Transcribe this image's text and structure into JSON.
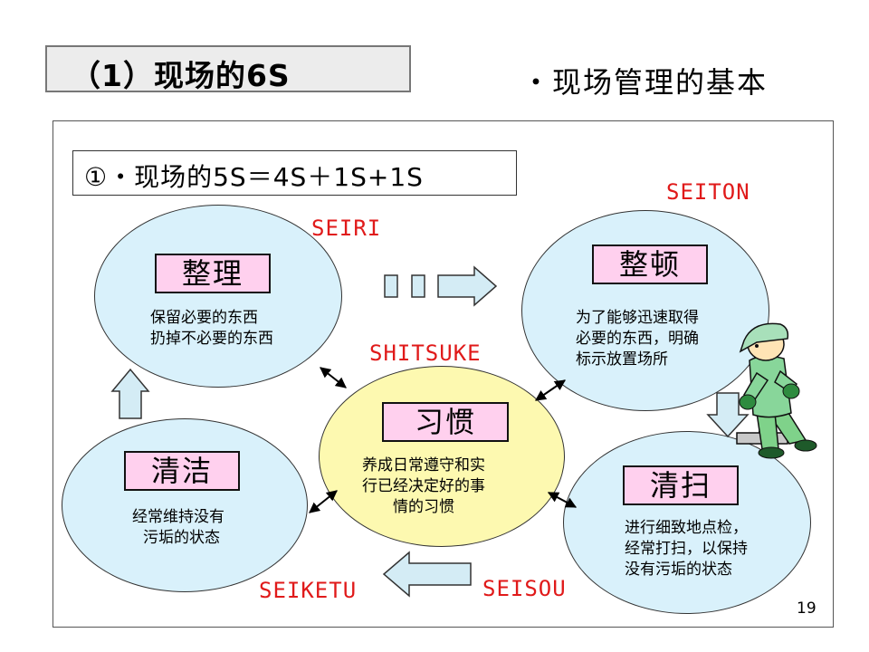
{
  "header": {
    "title": "（1）现场的6S",
    "subtitle": "・现场管理的基本"
  },
  "formula": "①・现场的5S＝4S＋1S+1S",
  "nodes": {
    "seiri": {
      "label": "整理",
      "romaji": "SEIRI",
      "desc": [
        "保留必要的东西",
        "扔掉不必要的东西"
      ]
    },
    "seiton": {
      "label": "整顿",
      "romaji": "SEITON",
      "desc": [
        "为了能够迅速取得",
        "必要的东西，明确",
        "标示放置场所"
      ]
    },
    "shitsuke": {
      "label": "习惯",
      "romaji": "SHITSUKE",
      "desc": [
        "养成日常遵守和实",
        "行已经决定好的事",
        "情的习惯"
      ]
    },
    "seiketsu": {
      "label": "清洁",
      "romaji": "SEIKETU",
      "desc": [
        "经常维持没有",
        "污垢的状态"
      ]
    },
    "seisou": {
      "label": "清扫",
      "romaji": "SEISOU",
      "desc": [
        "进行细致地点检，",
        "经常打扫，以保持",
        "没有污垢的状态"
      ]
    }
  },
  "page_number": "19",
  "colors": {
    "bubble": "#d9f1fb",
    "center_bubble": "#fdf9b0",
    "label_box": "#ffd0ee",
    "romaji": "#e01a1a",
    "arrow_fill": "#d4ecf5"
  }
}
